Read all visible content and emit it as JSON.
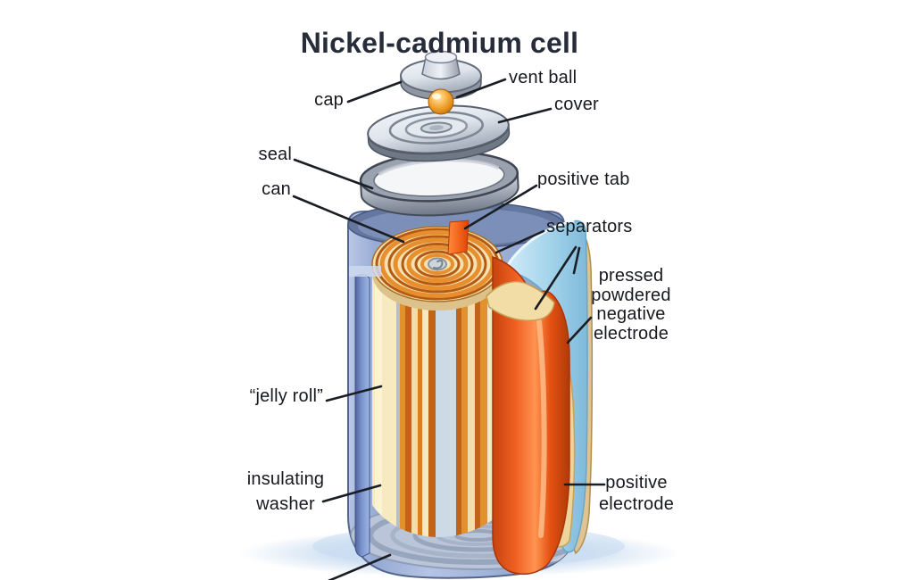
{
  "title": "Nickel-cadmium cell",
  "labels": {
    "cap": "cap",
    "vent_ball": "vent ball",
    "cover": "cover",
    "seal": "seal",
    "can": "can",
    "positive_tab": "positive tab",
    "separators": "separators",
    "negative_electrode": "pressed powdered negative electrode",
    "jelly_roll": "“jelly roll”",
    "insulating_washer": "insulating washer",
    "positive_electrode": "positive electrode"
  },
  "diagram": {
    "subject": "Cutaway illustration of a cylindrical nickel-cadmium battery cell",
    "parts": [
      "cap",
      "vent ball",
      "cover",
      "seal",
      "can",
      "positive tab",
      "separators",
      "pressed powdered negative electrode",
      "jelly roll",
      "insulating washer",
      "positive electrode"
    ]
  },
  "colors": {
    "title_text": "#272c3a",
    "label_text": "#17191f",
    "leader_line": "#1a1d24",
    "can_blue": "#8ba2cf",
    "positive_electrode_orange": "#e8561a",
    "separator_tan": "#ecd49c",
    "negative_electrode_blue": "#a9d8ef",
    "vent_ball_orange": "#f2a238",
    "metal_silver": "#c3cad4",
    "shadow_blue": "#cfdff1"
  }
}
